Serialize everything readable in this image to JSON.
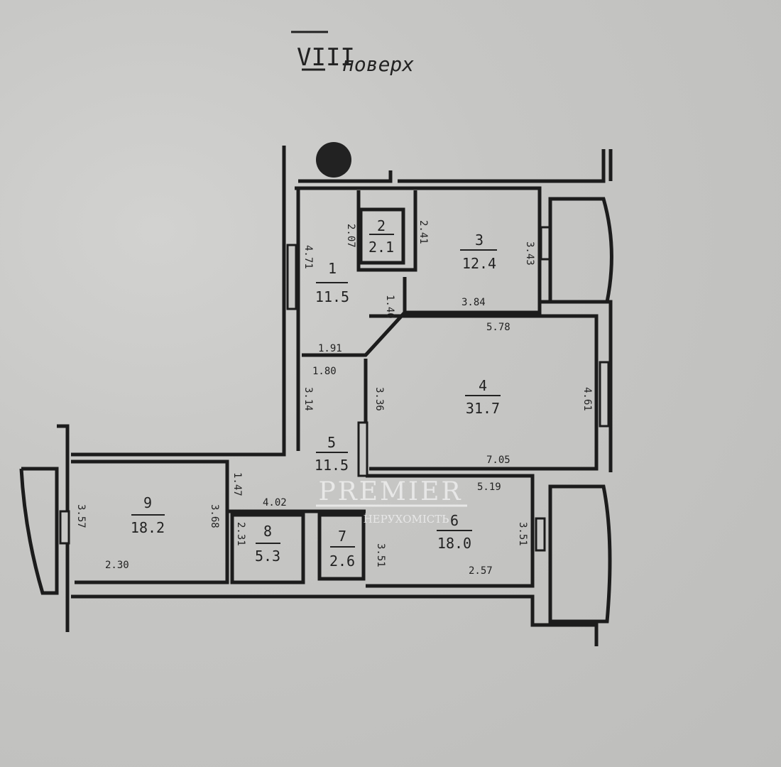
{
  "title": {
    "floor_numeral": "VIII",
    "floor_word": "поверх"
  },
  "rooms": [
    {
      "num": "1",
      "area": "11.5"
    },
    {
      "num": "2",
      "area": "2.1"
    },
    {
      "num": "3",
      "area": "12.4"
    },
    {
      "num": "4",
      "area": "31.7"
    },
    {
      "num": "5",
      "area": "11.5"
    },
    {
      "num": "6",
      "area": "18.0"
    },
    {
      "num": "7",
      "area": "2.6"
    },
    {
      "num": "8",
      "area": "5.3"
    },
    {
      "num": "9",
      "area": "18.2"
    }
  ],
  "dimensions": [
    "4.71",
    "2.07",
    "2.41",
    "3.43",
    "1.40",
    "3.84",
    "5.78",
    "1.91",
    "1.80",
    "3.14",
    "3.36",
    "4.61",
    "7.05",
    "5.19",
    "4.02",
    "1.47",
    "3.68",
    "3.57",
    "2.30",
    "2.31",
    "3.51",
    "3.51",
    "2.57"
  ],
  "watermark": {
    "brand": "PREMIER",
    "sub": "НЕРУХОМІСТЬ"
  }
}
